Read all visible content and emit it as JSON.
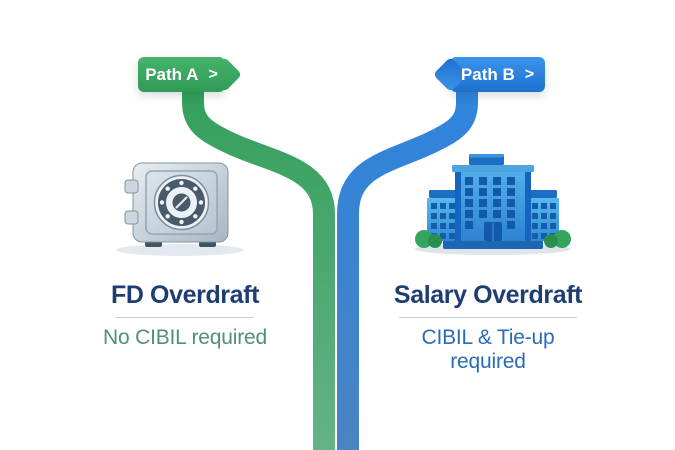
{
  "canvas": {
    "background": "#ffffff"
  },
  "signs": {
    "path_a": {
      "label": "Path A",
      "chevron": ">"
    },
    "path_b": {
      "label": "Path B",
      "chevron": ">"
    }
  },
  "columns": {
    "left": {
      "icon": "safe-vault-icon",
      "title": "FD Overdraft",
      "subtitle": "No CIBIL required"
    },
    "right": {
      "icon": "office-building-icon",
      "title": "Salary Overdraft",
      "subtitle": "CIBIL & Tie-up required"
    }
  },
  "colors": {
    "sign_a_top": "#46b26c",
    "sign_a_bottom": "#2f9b55",
    "sign_b_top": "#3a95ea",
    "sign_b_bottom": "#1f6fd0",
    "road_green_top": "#2f9e58",
    "road_green_bottom": "#66b287",
    "road_blue_top": "#2b84e0",
    "road_blue_bottom": "#4a84c2",
    "post_green": "#1d8a4c",
    "post_blue": "#1460b4",
    "title_text": "#1e3e73",
    "subtitle_left": "#4f9170",
    "subtitle_right": "#2b6cb6",
    "divider": "#c3d0dc"
  }
}
